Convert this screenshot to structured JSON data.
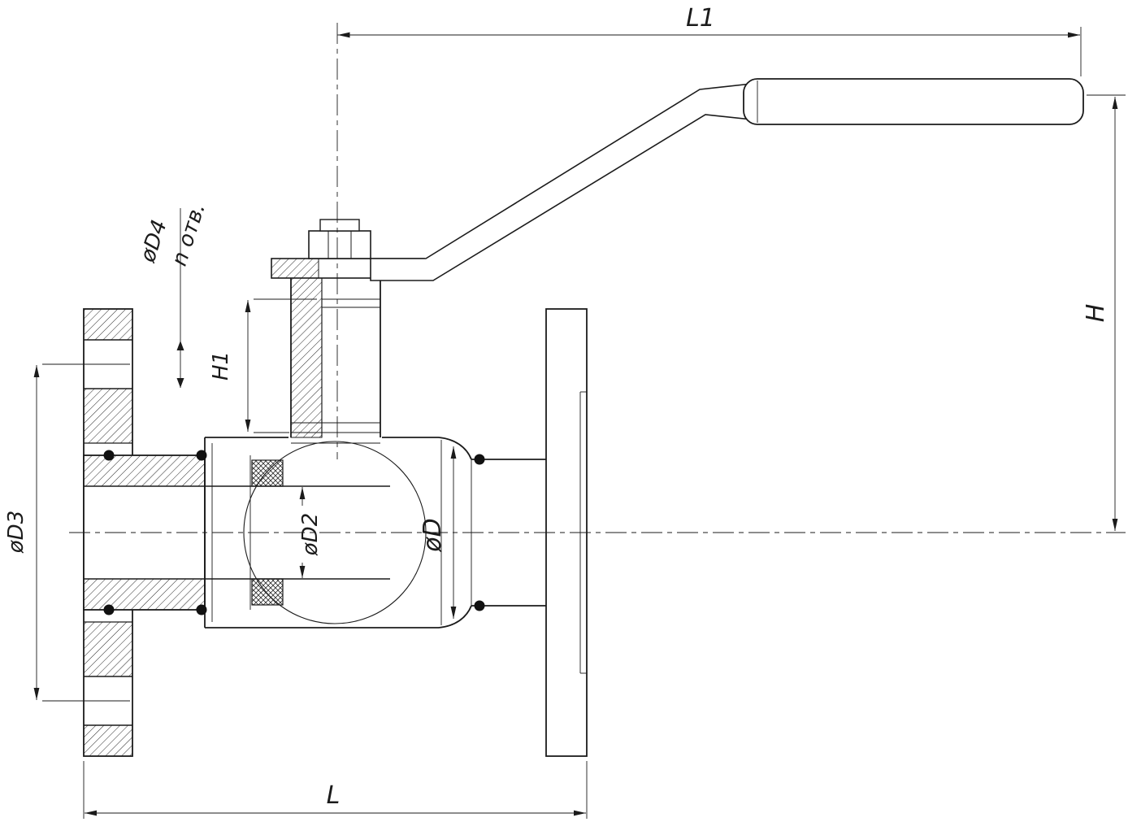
{
  "drawing": {
    "type": "technical-section-drawing",
    "subject": "flanged ball valve with lever handle, cross-section",
    "labels": {
      "L1": "L1",
      "H": "H",
      "H1": "H1",
      "L": "L",
      "dia_D": "øD",
      "dia_D2": "øD2",
      "dia_D3": "øD3",
      "dia_D4": "øD4",
      "n_holes": "n отв."
    },
    "colors": {
      "line": "#1b1b1b",
      "background": "#ffffff"
    }
  }
}
